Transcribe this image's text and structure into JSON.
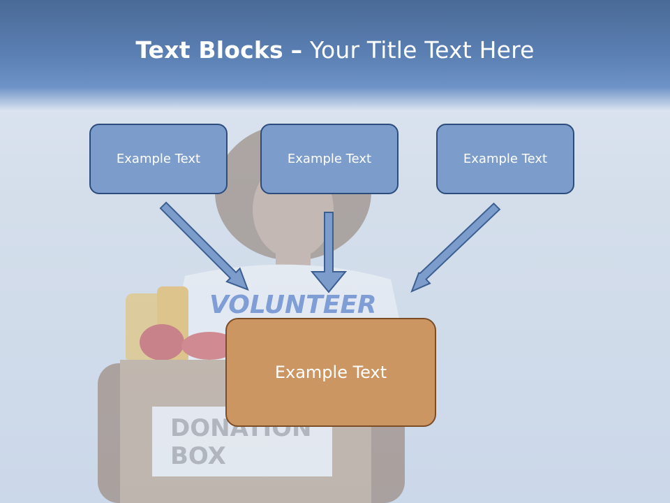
{
  "slide": {
    "title_bold": "Text Blocks",
    "title_dash": "–",
    "title_rest": "Your Title Text Here",
    "top_blocks": [
      {
        "label": "Example Text"
      },
      {
        "label": "Example Text"
      },
      {
        "label": "Example Text"
      }
    ],
    "bottom_block": {
      "label": "Example Text"
    },
    "photo": {
      "shirt_text": "VOLUNTEER",
      "box_label_line1": "DONATION",
      "box_label_line2": "BOX"
    }
  },
  "colors": {
    "header": "#5b80b4",
    "top_block_fill": "#7c9ccb",
    "top_block_border": "#2c4d7c",
    "bottom_block_fill": "#cc9663",
    "bottom_block_border": "#7a4d26",
    "arrow_fill": "#7c9ccb",
    "arrow_stroke": "#3b5f91"
  }
}
